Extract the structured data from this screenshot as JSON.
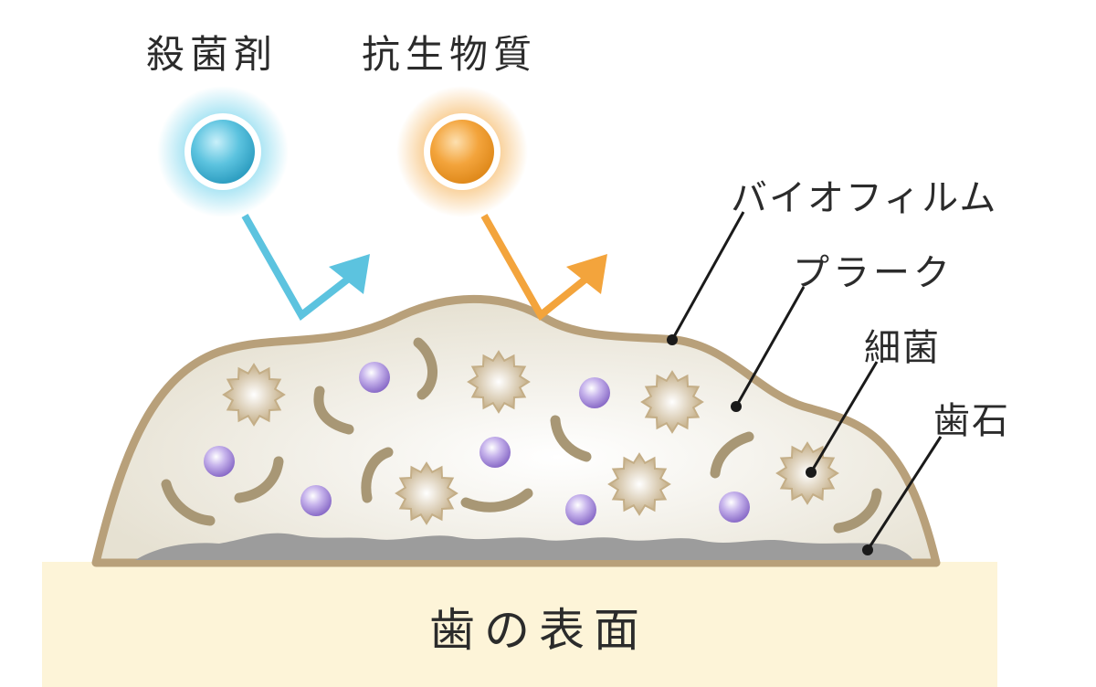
{
  "agents": [
    {
      "label": "殺菌剤",
      "color": "#5cc3df",
      "glow": "#8fdcf0"
    },
    {
      "label": "抗生物質",
      "color": "#f3a43c",
      "glow": "#f7c27a"
    }
  ],
  "layers": {
    "biofilm": "バイオフィルム",
    "plaque": "プラーク",
    "bacteria": "細菌",
    "calculus": "歯石"
  },
  "tooth_surface": "歯の表面",
  "colors": {
    "biofilm_outline": "#b8a07a",
    "biofilm_fill": "#ece8dc",
    "calculus": "#9c9c9c",
    "tooth": "#fdf4d8",
    "bacterium_body": "#c4ae87",
    "rod": "#a89775",
    "coccus": "#9a7fd1"
  }
}
